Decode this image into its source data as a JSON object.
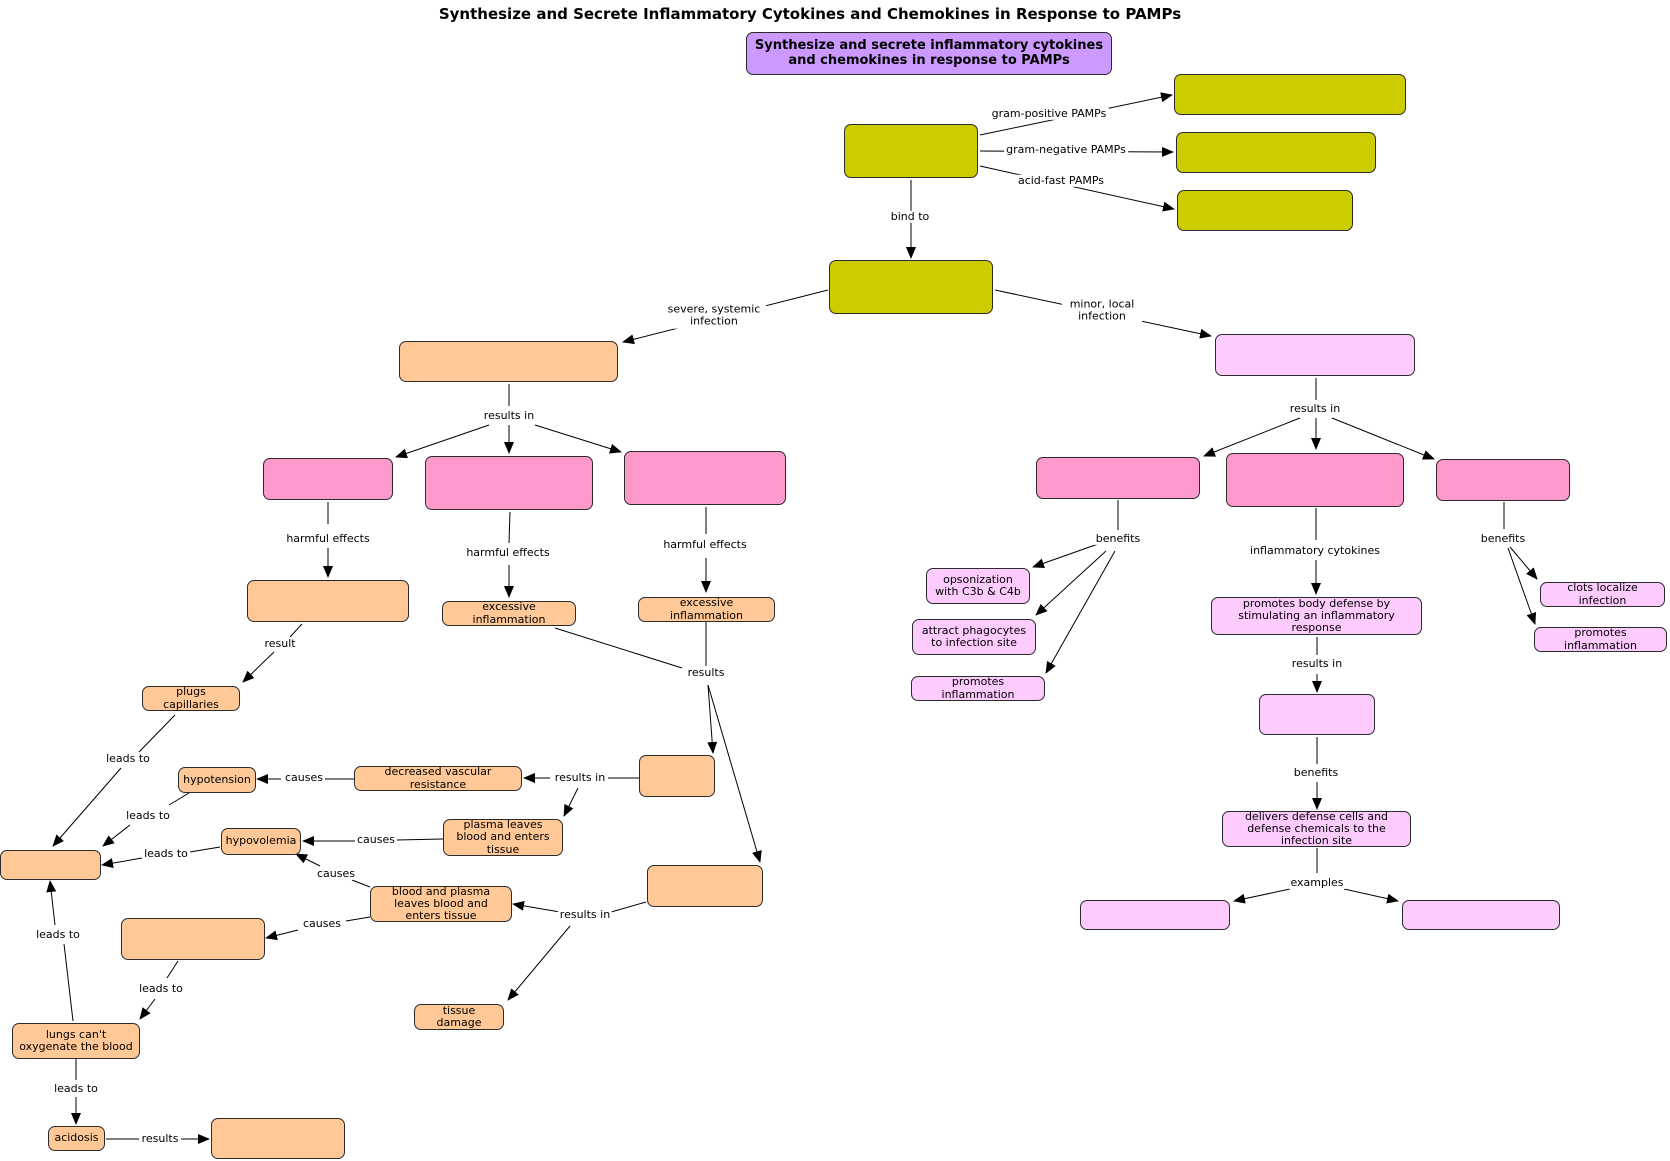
{
  "title": "Synthesize and Secrete Inflammatory Cytokines and Chemokines in Response to PAMPs",
  "colors": {
    "olive": "#cccc00",
    "peach": "#ffc896",
    "pink": "#fe99cc",
    "light_pink": "#fecbfe",
    "purple": "#cc99ff"
  },
  "nodes": {
    "main": "Synthesize and secrete inflammatory cytokines and chemokines in response to PAMPs",
    "opsonization": "opsonization with C3b & C4b",
    "attract_phagocytes": "attract phagocytes to infection site",
    "promotes_inflammation_left": "promotes inflammation",
    "promotes_body_defense": "promotes body defense by stimulating an inflammatory response",
    "delivers_defense": "delivers defense cells and defense chemicals to the infection site",
    "clots_localize": "clots localize infection",
    "promotes_inflammation_right": "promotes inflammation",
    "excessive_inflammation_a": "excessive inflammation",
    "excessive_inflammation_b": "excessive inflammation",
    "plugs_capillaries": "plugs capillaries",
    "hypotension": "hypotension",
    "decreased_vascular_resistance": "decreased vascular resistance",
    "hypovolemia": "hypovolemia",
    "plasma_leaves": "plasma leaves blood and enters tissue",
    "blood_plasma_leaves": "blood and plasma leaves blood and enters tissue",
    "lungs_cant": "lungs can't oxygenate the blood",
    "acidosis": "acidosis",
    "tissue_damage": "tissue damage"
  },
  "links": {
    "gram_positive": "gram-positive PAMPs",
    "gram_negative": "gram-negative PAMPs",
    "acid_fast": "acid-fast PAMPs",
    "bind_to": "bind to",
    "severe_systemic": "severe, systemic infection",
    "minor_local": "minor, local infection",
    "results_in_left": "results in",
    "results_in_right": "results in",
    "harmful_effects_1": "harmful effects",
    "harmful_effects_2": "harmful effects",
    "harmful_effects_3": "harmful effects",
    "benefits_1": "benefits",
    "inflammatory_cytokines": "inflammatory cytokines",
    "benefits_2": "benefits",
    "result": "result",
    "results": "results",
    "results_in_mid": "results in",
    "benefits_3": "benefits",
    "examples": "examples",
    "leads_to_1": "leads to",
    "causes_1": "causes",
    "results_in_dvr": "results in",
    "leads_to_2": "leads to",
    "causes_2": "causes",
    "leads_to_3": "leads to",
    "causes_3": "causes",
    "causes_4": "causes",
    "results_in_low": "results in",
    "leads_to_4": "leads to",
    "leads_to_5": "leads to",
    "leads_to_6": "leads to",
    "results_final": "results"
  }
}
